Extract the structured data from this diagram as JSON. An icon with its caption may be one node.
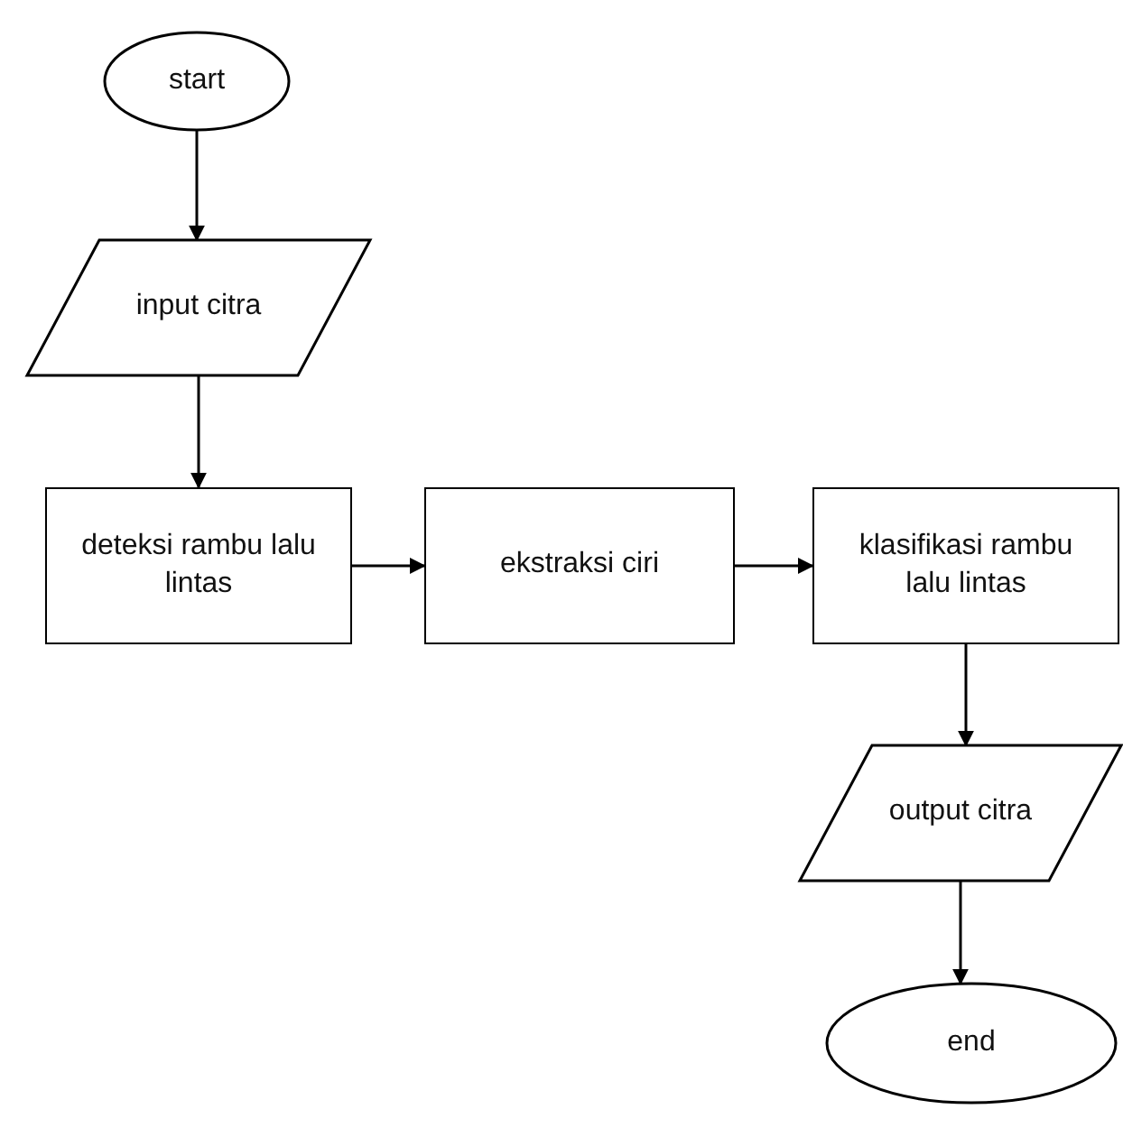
{
  "diagram": {
    "nodes": [
      {
        "text": [
          "start"
        ]
      },
      {
        "text": [
          "input citra"
        ]
      },
      {
        "text": [
          "deteksi rambu lalu lintas"
        ]
      },
      {
        "text": [
          "ekstraksi ciri"
        ]
      },
      {
        "text": [
          "klasifikasi rambu lalu lintas"
        ]
      },
      {
        "text": [
          "output citra"
        ]
      },
      {
        "text": [
          "end"
        ]
      }
    ],
    "edges": [
      {
        "from": 0,
        "to": 1,
        "arrow": "to"
      },
      {
        "from": 1,
        "to": 2,
        "arrow": "to"
      },
      {
        "from": 2,
        "to": 3,
        "arrow": "to"
      },
      {
        "from": 3,
        "to": 4,
        "arrow": "to"
      },
      {
        "from": 4,
        "to": 5,
        "arrow": "to"
      },
      {
        "from": 5,
        "to": 6,
        "arrow": "to"
      }
    ]
  }
}
